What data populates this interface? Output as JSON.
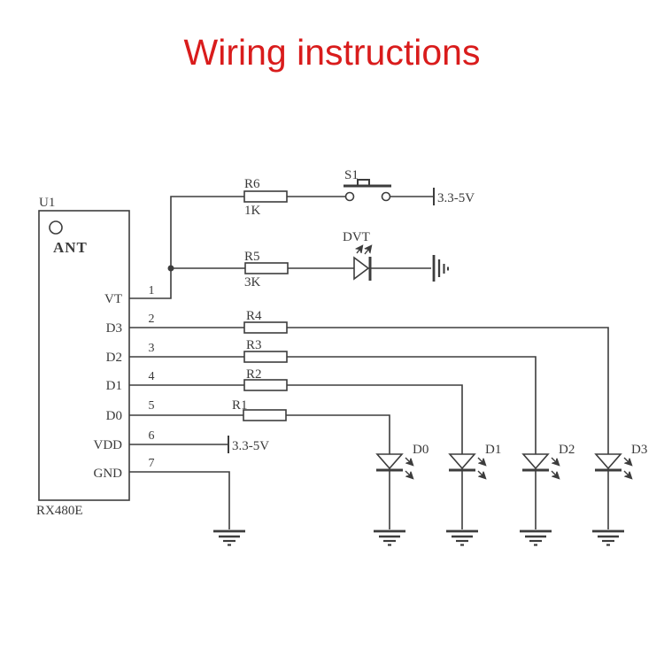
{
  "title": {
    "text": "Wiring instructions",
    "color": "#d91c1c"
  },
  "chip": {
    "ref": "U1",
    "inner_label": "ANT",
    "part_number": "RX480E",
    "pins": [
      {
        "number": "1",
        "name": "VT"
      },
      {
        "number": "2",
        "name": "D3"
      },
      {
        "number": "3",
        "name": "D2"
      },
      {
        "number": "4",
        "name": "D1"
      },
      {
        "number": "5",
        "name": "D0"
      },
      {
        "number": "6",
        "name": "VDD"
      },
      {
        "number": "7",
        "name": "GND"
      }
    ]
  },
  "resistors": [
    {
      "ref": "R6",
      "value": "1K"
    },
    {
      "ref": "R5",
      "value": "3K"
    },
    {
      "ref": "R4",
      "value": ""
    },
    {
      "ref": "R3",
      "value": ""
    },
    {
      "ref": "R2",
      "value": ""
    },
    {
      "ref": "R1",
      "value": ""
    }
  ],
  "switch": {
    "ref": "S1"
  },
  "diodes": [
    {
      "ref": "DVT"
    },
    {
      "ref": "D0"
    },
    {
      "ref": "D1"
    },
    {
      "ref": "D2"
    },
    {
      "ref": "D3"
    }
  ],
  "power": {
    "rail_label_top": "3.3-5V",
    "rail_label_vdd": "3.3-5V"
  },
  "colors": {
    "wire": "#3d3d3d",
    "background": "#ffffff",
    "title": "#d91c1c"
  }
}
